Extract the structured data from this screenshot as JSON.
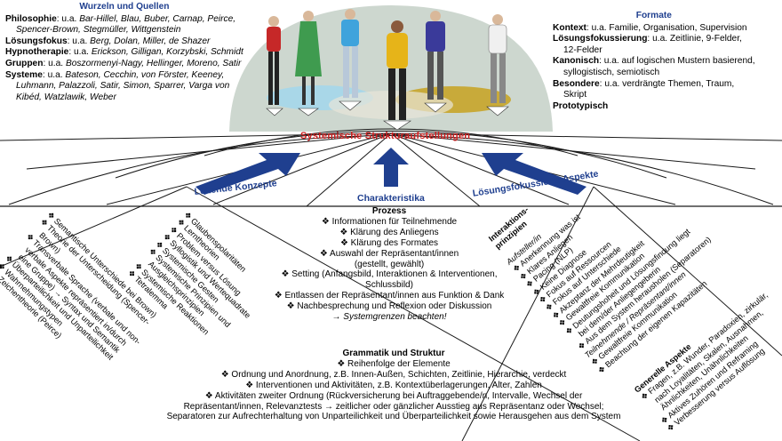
{
  "title": "Systemische Strukturaufstellungen",
  "arrows": {
    "left": "Leitende Konzepte",
    "center": "Charakteristika",
    "right": "Lösungsfokussierte Aspekte"
  },
  "roots": {
    "heading": "Wurzeln und Quellen",
    "rows": [
      {
        "label": "Philosophie",
        "text": ": u.a. ",
        "names": "Bar-Hillel, Blau, Buber, Carnap, Peirce,"
      },
      {
        "label": "",
        "text": "",
        "names": "Spencer-Brown, Stegmüller, Wittgenstein"
      },
      {
        "label": "Lösungsfokus",
        "text": ": u.a. ",
        "names": "Berg, Dolan, Miller, de Shazer"
      },
      {
        "label": "Hypnotherapie",
        "text": ": u.a. ",
        "names": "Erickson, Gilligan, Korzybski, Schmidt"
      },
      {
        "label": "Gruppen",
        "text": ": u.a. ",
        "names": "Boszormenyi-Nagy, Hellinger, Moreno, Satir"
      },
      {
        "label": "Systeme",
        "text": ": u.a. ",
        "names": "Bateson, Cecchin, von Förster, Keeney,"
      },
      {
        "label": "",
        "text": "",
        "names": "Luhmann, Palazzoli, Satir, Simon, Sparrer, Varga von"
      },
      {
        "label": "",
        "text": "",
        "names": "Kibéd, Watzlawik, Weber"
      }
    ]
  },
  "formate": {
    "heading": "Formate",
    "rows": [
      {
        "label": "Kontext",
        "text": ": u.a. Familie, Organisation, Supervision"
      },
      {
        "label": "Lösungsfokussierung",
        "text": ": u.a. Zeitlinie, 9-Felder,"
      },
      {
        "label": "",
        "text": "12-Felder"
      },
      {
        "label": "Kanonisch",
        "text": ": u.a. auf logischen Mustern basierend,"
      },
      {
        "label": "",
        "text": "syllogistisch,  semiotisch"
      },
      {
        "label": "Besondere",
        "text": ": u.a. verdrängte Themen, Traum,"
      },
      {
        "label": "",
        "text": "Skript"
      },
      {
        "label": "Prototypisch",
        "text": ""
      }
    ]
  },
  "prozess": {
    "heading": "Prozess",
    "items": [
      "❖ Informationen  für  Teilnehmende",
      "❖ Klärung des Anliegens",
      "❖ Klärung des Formates",
      "❖ Auswahl der Repräsentant/innen",
      "(gestellt,  gewählt)",
      "❖ Setting (Anfangsbild, Interaktionen & Interventionen,",
      "Schlussbild)",
      "❖ Entlassen der Repräsentant/innen  aus Funktion & Dank",
      "❖ Nachbesprechung  und Reflexion oder Diskussion"
    ],
    "note": "→ Systemgrenzen beachten!"
  },
  "grammatik": {
    "heading": "Grammatik und Struktur",
    "items": [
      "❖ Reihenfolge der Elemente",
      "❖ Ordnung und Anordnung, z.B. Innen-Außen,  Schichten, Zeitlinie, Hierarchie, verdeckt",
      "❖ Interventionen  und Aktivitäten, z.B. Kontextüberlagerungen,  Alter, Zahlen",
      "❖ Aktivitäten zweiter Ordnung (Rückversicherung bei Auftraggebende/n, Intervalle,  Wechsel der",
      "Repräsentant/innen,  Relevanztests  → zeitlicher oder gänzlicher Ausstieg aus Repräsentanz  oder Wechsel;",
      "Separatoren zur Aufrechterhaltung  von Unparteilichkeit und Überparteilichkeit sowie Herausgehen  aus dem System"
    ]
  },
  "leitende_konzepte": [
    "❖ Glaubenspolaritäten",
    "❖ Lerntheorien",
    "❖ Problem versus Lösung",
    "❖ Syllogistik und Wertequadrate",
    "❖ Systemische Gesten",
    "❖ Systemische Prinzipien und",
    "Ausgleichsprinzipien",
    "❖ Systemische Reaktionen",
    "❖ Tetralemma",
    "❖ Semantische Unterschiede bei Brown)",
    "❖ Theorie der Unterscheidung (Spencer-",
    "Brown)",
    "❖ Transverbale  Sprache (verbale und non-",
    "verbale Aspekte repräsentiert in/durch",
    "eine Gruppe) → Syntax und Semantik",
    "❖ Überparteilichkeit und Unparteilichkeit",
    "❖ Wahrnehmungstypen",
    "❖ Zeichentheorie  (Peirce)"
  ],
  "interaktion": {
    "heading_1": "Interaktions-",
    "heading_2": "prinzipien",
    "items": [
      "Aufsteller/in",
      "❖ Anerkennung was ist",
      "❖ Klares Anliegen",
      "❖ Pacing (NLP)",
      "❖ Keine Diagnose",
      "❖ Fokus auf Ressourcen",
      "❖ Fokus auf Unterschiede",
      "❖ Akzeptanz der Mehrdeutigkeit",
      "❖ Gewaltfreie Kommunikation",
      "❖ Deutungshoheit und Lösungsfindung liegt",
      "bei dem/der Anliegengeberin",
      "❖ Aus dem System herausholen (Separatoren)",
      "Teilnehmende / Repräsentant/innen",
      "❖ Gewaltfreie Kommunikation",
      "❖ Beachtung der eigenen Kapazitäten"
    ]
  },
  "generelle": {
    "heading": "Generelle Aspekte",
    "items": [
      "❖ Fragen, z.B. Wunder, Paradoxien, zirkulär,",
      "nach Loyalitäten, Skalen, Ausnahmen,",
      "Ähnlichkeiten, Unähnlichkeiten",
      "❖ Aktives Zuhören und Reframing",
      "❖ Verbesserung versus Auflösung"
    ]
  },
  "colors": {
    "arrow": "#1f3f8f",
    "title": "#cc1f1f",
    "heading": "#1f3f8f",
    "dome": "#cdd7cf",
    "line": "#1a1a1a"
  },
  "figures": [
    "figure-red",
    "figure-green",
    "figure-blue",
    "figure-yellow",
    "figure-purple",
    "figure-white"
  ]
}
